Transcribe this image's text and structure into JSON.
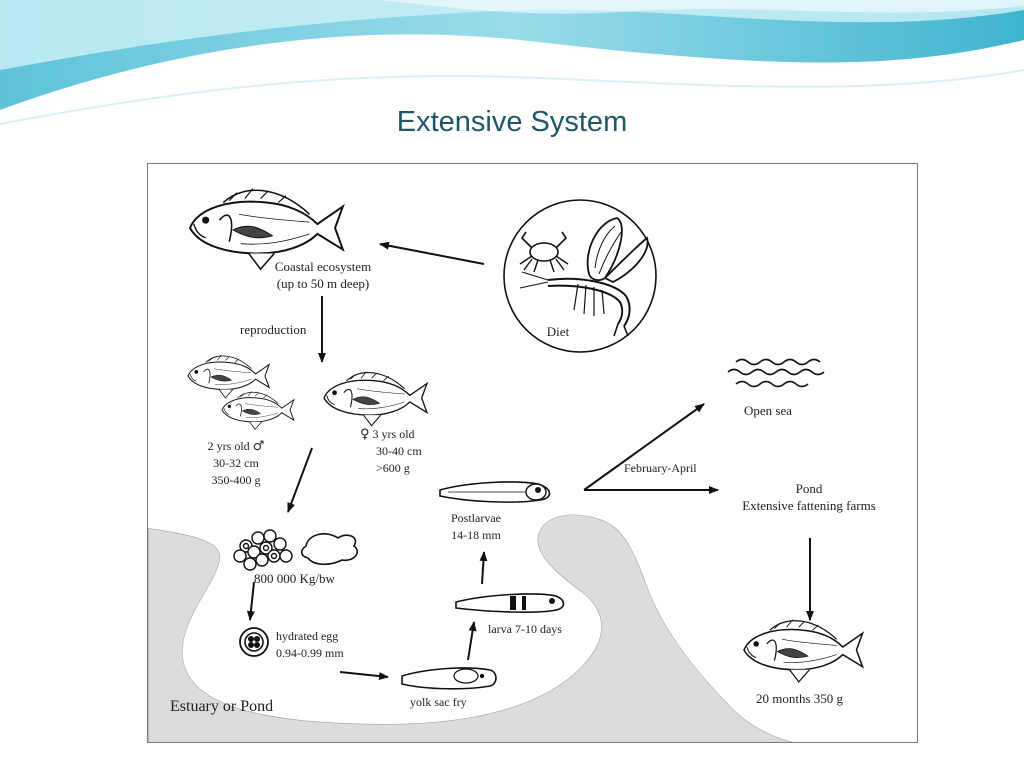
{
  "slide": {
    "title": "Extensive System"
  },
  "diagram": {
    "diet_label": "Diet",
    "coastal_label_1": "Coastal ecosystem",
    "coastal_label_2": "(up to 50 m deep)",
    "reproduction_label": "reproduction",
    "male": {
      "age": "2 yrs old",
      "symbol": "♂",
      "length": "30-32 cm",
      "weight": "350-400 g"
    },
    "female": {
      "symbol": "♀",
      "age": "3 yrs old",
      "length": "30-40 cm",
      "weight": ">600 g"
    },
    "eggs_label": "800 000 Kg/bw",
    "hydrated_egg_1": "hydrated egg",
    "hydrated_egg_2": "0.94-0.99 mm",
    "yolk_sac_label": "yolk sac fry",
    "larva_label": "larva 7-10 days",
    "postlarvae_1": "Postlarvae",
    "postlarvae_2": "14-18 mm",
    "season_label": "February-April",
    "open_sea_label": "Open sea",
    "pond_1": "Pond",
    "pond_2": "Extensive fattening farms",
    "final_label": "20 months 350 g",
    "estuary_label": "Estuary or Pond"
  }
}
